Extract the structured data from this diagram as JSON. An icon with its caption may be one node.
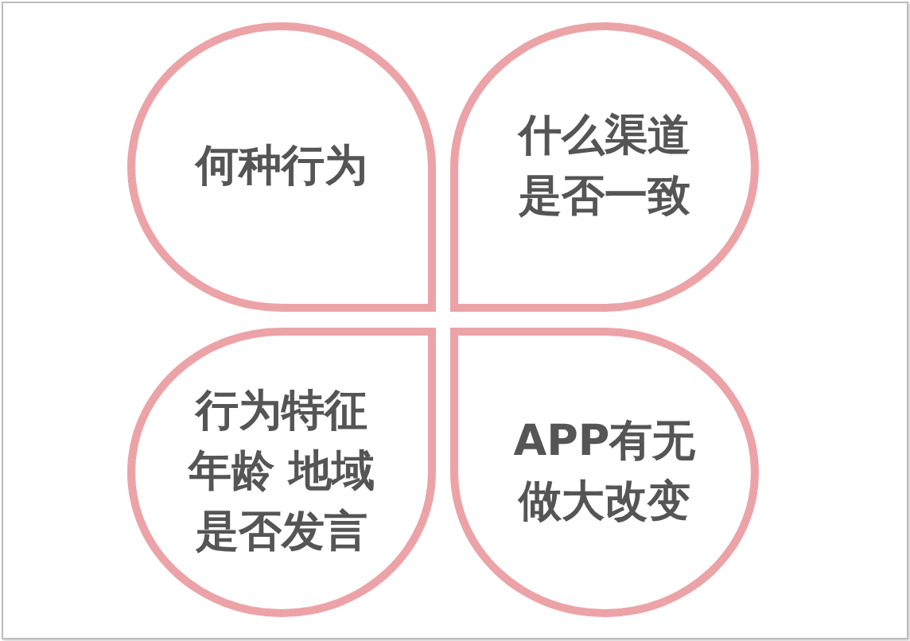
{
  "diagram": {
    "nodes": [
      {
        "text": [
          "何种行为"
        ]
      },
      {
        "text": [
          "什么渠道是否一致"
        ]
      },
      {
        "text": [
          "行为特征",
          "年龄 地域",
          "是否发言"
        ]
      },
      {
        "text": [
          "APP有无做大改变"
        ]
      }
    ]
  }
}
